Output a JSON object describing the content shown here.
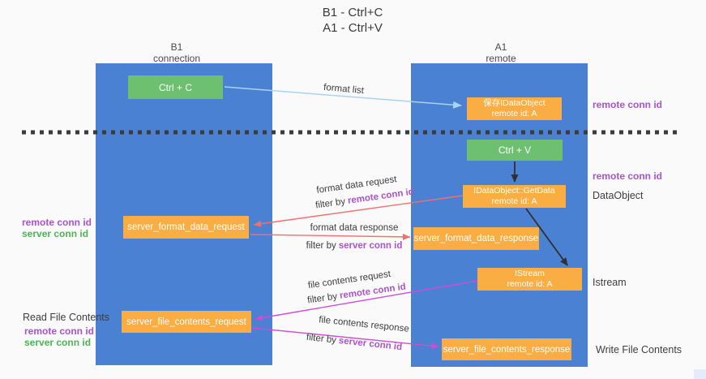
{
  "title": {
    "line1": "B1 - Ctrl+C",
    "line2": "A1 - Ctrl+V"
  },
  "lanes": {
    "b1": {
      "name": "B1",
      "role": "connection"
    },
    "a1": {
      "name": "A1",
      "role": "remote"
    }
  },
  "nodes": {
    "ctrl_c": {
      "label": "Ctrl + C"
    },
    "ctrl_v": {
      "label": "Ctrl + V"
    },
    "save_idataobject": {
      "line1": "保存IDataObject",
      "line2": "remote id: A"
    },
    "idataobject_getdata": {
      "line1": "IDataObject::GetData",
      "line2": "remote id: A"
    },
    "istream": {
      "line1": "IStream",
      "line2": "remote id: A"
    },
    "server_format_data_request": {
      "label": "server_format_data_request"
    },
    "server_format_data_response": {
      "label": "server_format_data_response"
    },
    "server_file_contents_request": {
      "label": "server_file_contents_request"
    },
    "server_file_contents_response": {
      "label": "server_file_contents_response"
    }
  },
  "edge_labels": {
    "format_list": "format list",
    "format_data_request": "format data request",
    "format_data_response": "format data response",
    "file_contents_request": "file contents request",
    "file_contents_response": "file contents response",
    "filter_by": "filter by",
    "remote_conn_id": "remote conn id",
    "server_conn_id": "server conn id"
  },
  "side_labels": {
    "remote_conn_id": "remote conn id",
    "server_conn_id": "server conn id",
    "dataobject": "DataObject",
    "istream": "Istream",
    "read_file_contents": "Read File Contents",
    "write_file_contents": "Write File Contents"
  },
  "colors": {
    "column_blue": "#4a81d2",
    "node_green": "#6ec071",
    "node_orange": "#f9ad42",
    "label_purple": "#a855c8",
    "label_green": "#4db355",
    "arrow_red": "#f0716f",
    "arrow_magenta": "#cb4ed3",
    "arrow_blue": "#a9d3f2",
    "arrow_black": "#2f2f2f",
    "text_dark": "#3d3d3d",
    "background": "#fafafa"
  }
}
